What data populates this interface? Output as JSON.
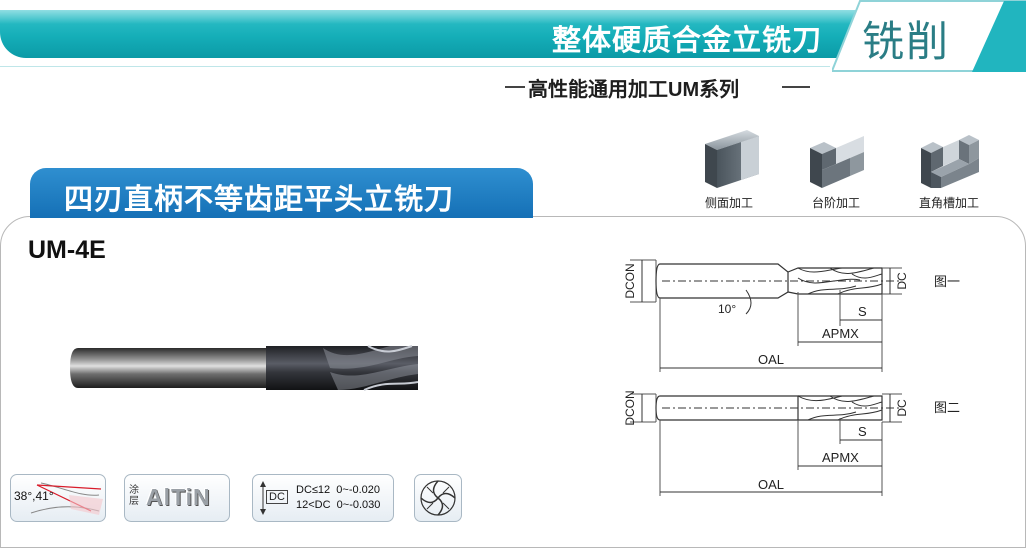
{
  "header": {
    "title": "整体硬质合金立铣刀",
    "category": "铣削",
    "subtitle": "高性能通用加工UM系列"
  },
  "applications": [
    {
      "label": "侧面加工",
      "icon": "side-milling-icon"
    },
    {
      "label": "台阶加工",
      "icon": "step-milling-icon"
    },
    {
      "label": "直角槽加工",
      "icon": "slot-milling-icon"
    }
  ],
  "product": {
    "title": "四刃直柄不等齿距平头立铣刀",
    "model": "UM-4E"
  },
  "diagram": {
    "fig1": {
      "label": "图一",
      "dcon": "DCON",
      "dc": "DC",
      "s": "S",
      "apmx": "APMX",
      "oal": "OAL",
      "angle": "10°"
    },
    "fig2": {
      "label": "图二",
      "dcon": "DCON",
      "dc": "DC",
      "s": "S",
      "apmx": "APMX",
      "oal": "OAL"
    }
  },
  "specs": {
    "helix": "38°,41°",
    "coating_label": "涂层",
    "coating": "AlTiN",
    "tolerance": {
      "symbol": "DC",
      "row1_cond": "DC≤12",
      "row1_val": "0~-0.020",
      "row2_cond": "12<DC",
      "row2_val": "0~-0.030"
    },
    "flutes_icon": "four-flute-cross-section-icon"
  },
  "colors": {
    "teal": "#15aeb8",
    "teal_dark": "#2a7d85",
    "blue": "#1f7fc4"
  }
}
